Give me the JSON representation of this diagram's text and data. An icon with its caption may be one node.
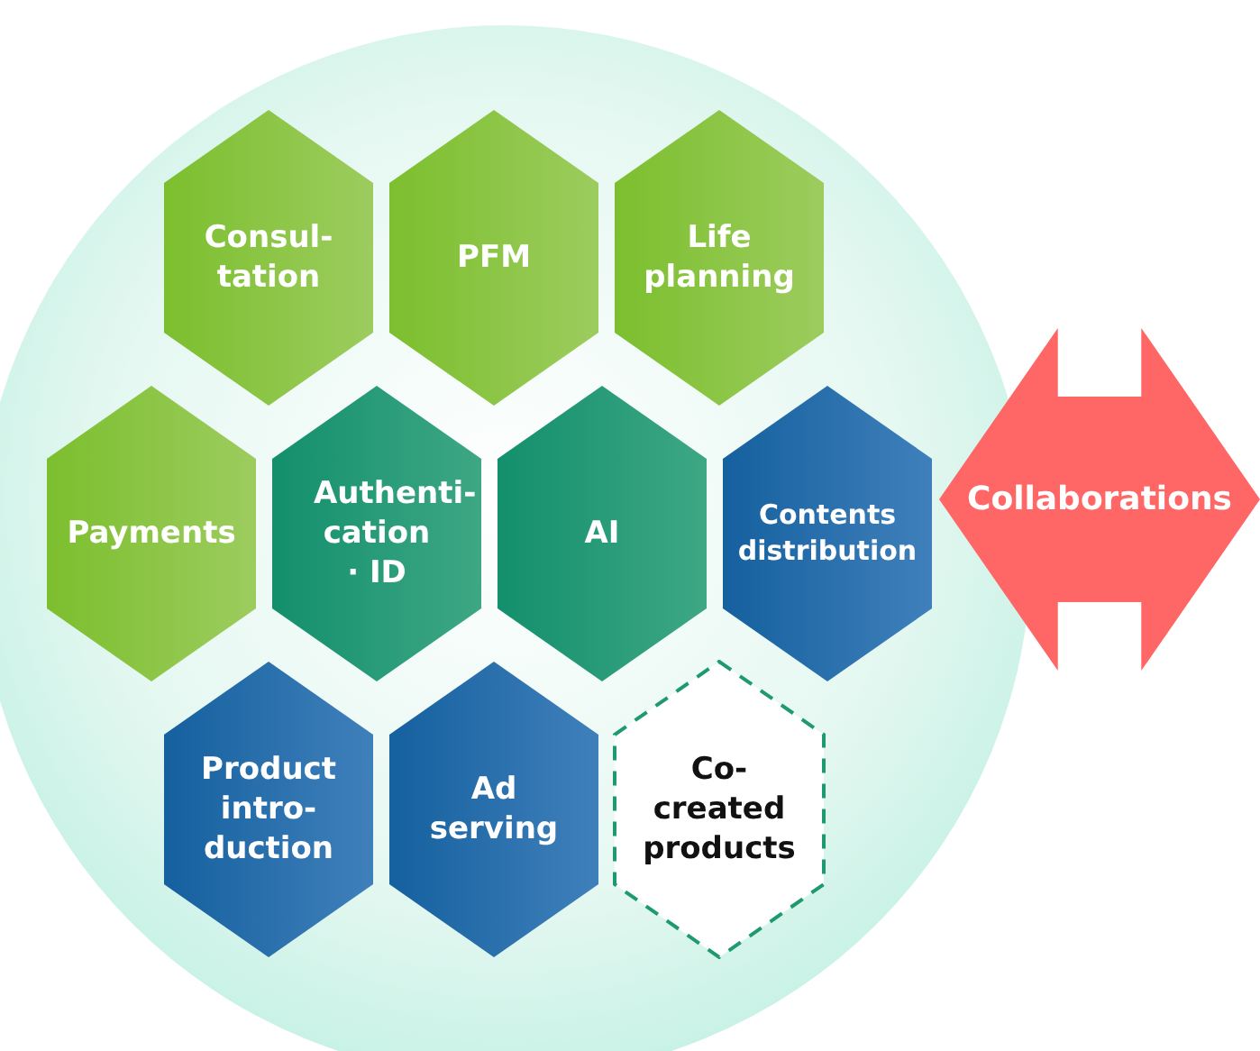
{
  "diagram": {
    "nodes": [
      {
        "text": [],
        "shape": "circle"
      },
      {
        "text": [
          "Consul- tation"
        ],
        "in": 0
      },
      {
        "text": [
          "PFM"
        ],
        "in": 0
      },
      {
        "text": [
          "Life planning"
        ],
        "in": 0
      },
      {
        "text": [
          "Payments"
        ],
        "in": 0
      },
      {
        "text": [
          "Authenti- cation · ID"
        ],
        "in": 0
      },
      {
        "text": [
          "AI"
        ],
        "in": 0
      },
      {
        "text": [
          "Contents distribution"
        ],
        "in": 0
      },
      {
        "text": [
          "Product intro- duction"
        ],
        "in": 0
      },
      {
        "text": [
          "Ad serving"
        ],
        "in": 0
      },
      {
        "text": [
          "Co- created products"
        ],
        "in": 0
      },
      {
        "text": [
          "Collaborations"
        ]
      }
    ],
    "edges": []
  }
}
